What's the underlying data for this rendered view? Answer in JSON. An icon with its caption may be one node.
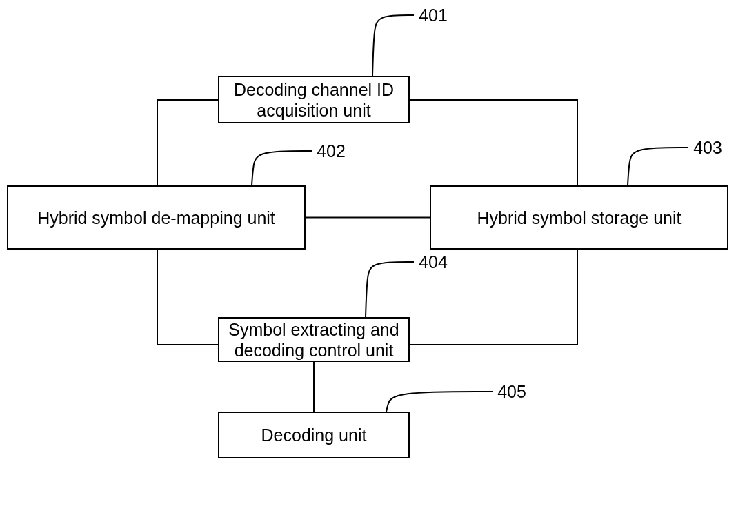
{
  "diagram": {
    "nodes": [
      {
        "text": [
          "401"
        ]
      },
      {
        "text": [
          "Decoding channel ID acquisition unit"
        ]
      },
      {
        "text": [
          "402"
        ]
      },
      {
        "text": [
          "403"
        ]
      },
      {
        "text": [
          "Hybrid symbol de-mapping unit"
        ]
      },
      {
        "text": [
          "Hybrid symbol storage unit"
        ]
      },
      {
        "text": [
          "404"
        ]
      },
      {
        "text": [
          "Symbol extracting and decoding control unit"
        ]
      },
      {
        "text": [
          "405"
        ]
      },
      {
        "text": [
          "Decoding unit"
        ]
      }
    ],
    "edges": [
      {
        "from": 0,
        "to": 1,
        "arrow": "none"
      },
      {
        "from": 2,
        "to": 4,
        "arrow": "none"
      },
      {
        "from": 3,
        "to": 5,
        "arrow": "none"
      },
      {
        "from": 6,
        "to": 7,
        "arrow": "none"
      },
      {
        "from": 8,
        "to": 9,
        "arrow": "none"
      },
      {
        "from": 1,
        "to": 4,
        "arrow": "none"
      },
      {
        "from": 1,
        "to": 5,
        "arrow": "none"
      },
      {
        "from": 4,
        "to": 5,
        "arrow": "none"
      },
      {
        "from": 4,
        "to": 7,
        "arrow": "none"
      },
      {
        "from": 5,
        "to": 7,
        "arrow": "none"
      },
      {
        "from": 7,
        "to": 9,
        "arrow": "none"
      }
    ]
  }
}
